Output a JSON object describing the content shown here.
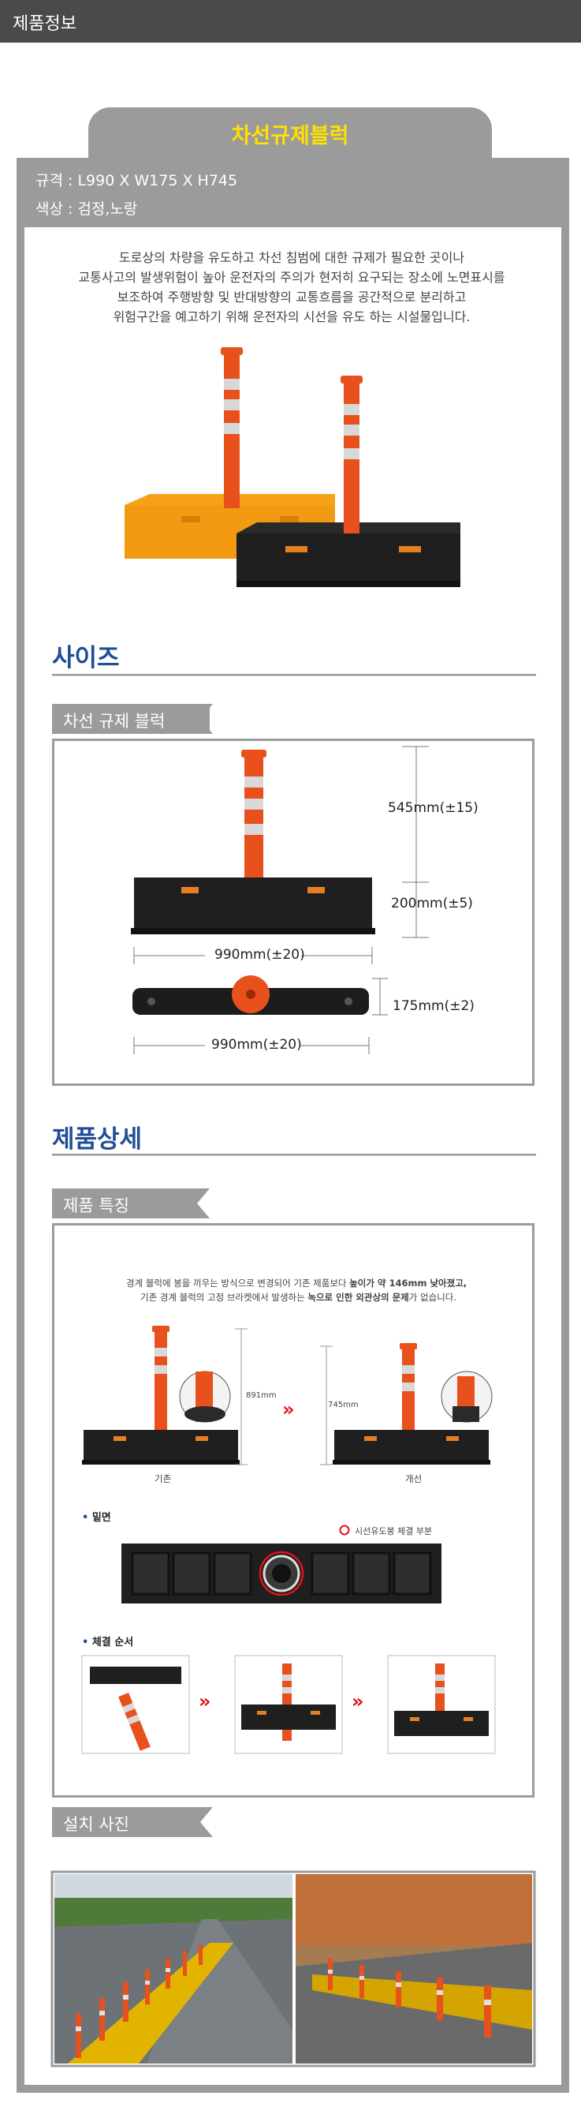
{
  "topbar": {
    "title": "제품정보"
  },
  "product": {
    "name": "차선규제블럭",
    "spec_size": "규격 : L990 X W175 X H745",
    "spec_color": "색상 : 검정,노랑"
  },
  "intro": {
    "lines": [
      "도로상의 차량을 유도하고 차선 침범에 대한 규제가 필요한 곳이나",
      "교통사고의 발생위험이 높아 운전자의 주의가 현저히 요구되는 장소에 노면표시를",
      "보조하여 주행방향 및 반대방향의 교통흐름을 공간적으로 분리하고",
      "위험구간을 예고하기 위해 운전자의 시선을 유도 하는 시설물입니다."
    ]
  },
  "size_section": {
    "heading": "사이즈",
    "ribbon": "차선 규제 블럭",
    "dims": {
      "post_height": "545mm(±15)",
      "block_height": "200mm(±5)",
      "length_front": "990mm(±20)",
      "width_top": "175mm(±2)",
      "length_top": "990mm(±20)"
    }
  },
  "detail_section": {
    "heading": "제품상세",
    "ribbon_features": "제품 특징",
    "feature_line1_a": "경계 블럭에 봉을 끼우는 방식으로 변경되어 기존 제품보다 ",
    "feature_line1_b": "높이가 약 146mm 낮아졌고,",
    "feature_line2_a": "기존 경계 블럭의 고정 브라켓에서 발생하는 ",
    "feature_line2_b": "녹으로 인한 외관상의 문제",
    "feature_line2_c": "가 없습니다.",
    "old_label": "기존",
    "new_label": "개선",
    "old_height": "891mm",
    "new_height": "745mm",
    "bottom_label": "밑면",
    "bottom_legend": "시선유도봉 체결 부분",
    "assembly_label": "체결 순서",
    "ribbon_install": "설치 사진"
  },
  "colors": {
    "accent_blue": "#1f4e96",
    "frame_gray": "#9b9b9b",
    "title_yellow": "#ffe000",
    "post_orange": "#e8501c",
    "arrow_red": "#e3101c"
  }
}
